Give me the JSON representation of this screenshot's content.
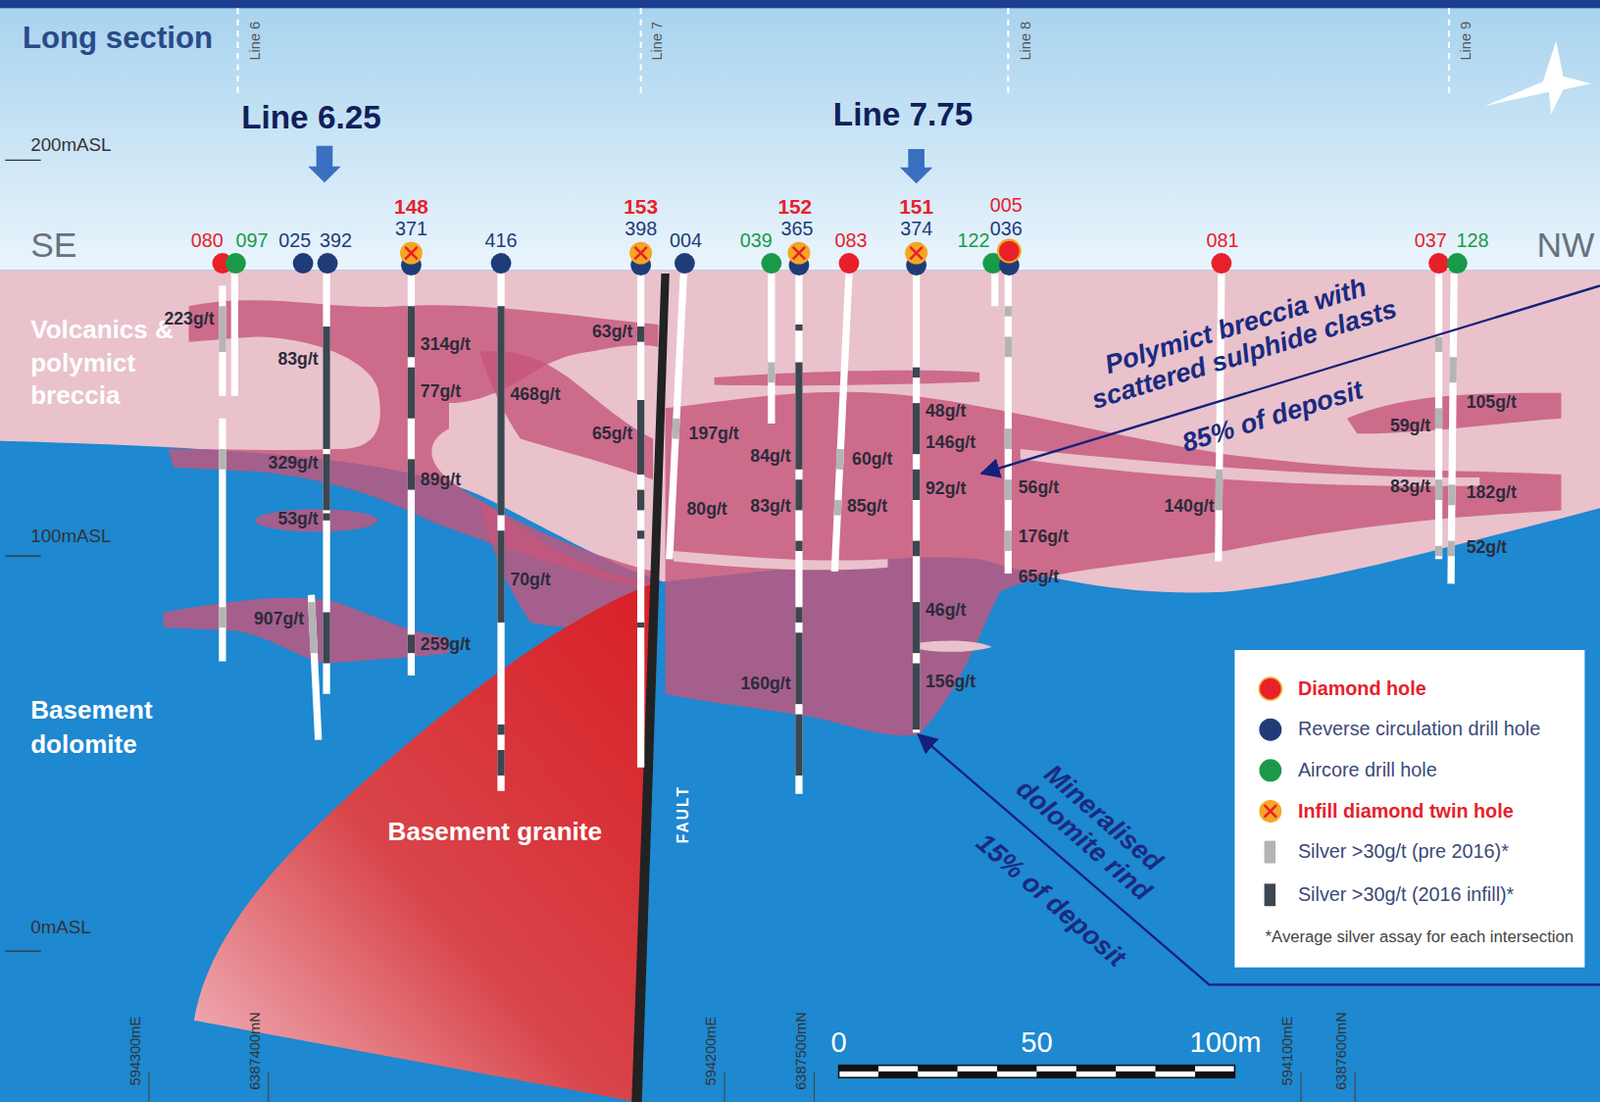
{
  "diagram": {
    "title": "Long section",
    "labels": [
      "Line 6",
      "Line 7",
      "Line 8",
      "Line 9",
      "Line 6.25",
      "Line 7.75",
      "200mASL",
      "100mASL",
      "0mASL",
      "SE",
      "NW",
      "080",
      "097",
      "025",
      "392",
      "148",
      "371",
      "416",
      "153",
      "398",
      "004",
      "039",
      "152",
      "365",
      "083",
      "151",
      "374",
      "122",
      "005",
      "036",
      "081",
      "037",
      "128",
      "Volcanics & polymict breccia",
      "Basement dolomite",
      "Basement granite",
      "FAULT",
      "Polymict breccia with scattered sulphide clasts",
      "85% of deposit",
      "Mineralised dolomite rind",
      "15% of deposit",
      "223g/t",
      "83g/t",
      "314g/t",
      "77g/t",
      "468g/t",
      "63g/t",
      "65g/t",
      "197g/t",
      "84g/t",
      "60g/t",
      "48g/t",
      "146g/t",
      "92g/t",
      "56g/t",
      "140g/t",
      "59g/t",
      "105g/t",
      "83g/t",
      "182g/t",
      "329g/t",
      "89g/t",
      "53g/t",
      "80g/t",
      "83g/t",
      "85g/t",
      "176g/t",
      "52g/t",
      "70g/t",
      "65g/t",
      "907g/t",
      "259g/t",
      "46g/t",
      "160g/t",
      "156g/t",
      "594300mE",
      "6387400mN",
      "594200mE",
      "6387500mN",
      "594100mE",
      "6387600mN",
      "0",
      "50",
      "100m",
      "*Average silver assay for each intersection"
    ],
    "legend": [
      {
        "text": "Diamond hole",
        "color": "#e8202a"
      },
      {
        "text": "Reverse circulation drill hole",
        "color": "#1f3c78"
      },
      {
        "text": "Aircore drill hole",
        "color": "#1a9a48"
      },
      {
        "text": "Infill diamond twin hole"
      },
      {
        "text": "Silver >30g/t (pre 2016)*",
        "color": "#b4b4b4"
      },
      {
        "text": "Silver >30g/t (2016 infill)*",
        "color": "#3c4650"
      }
    ]
  }
}
